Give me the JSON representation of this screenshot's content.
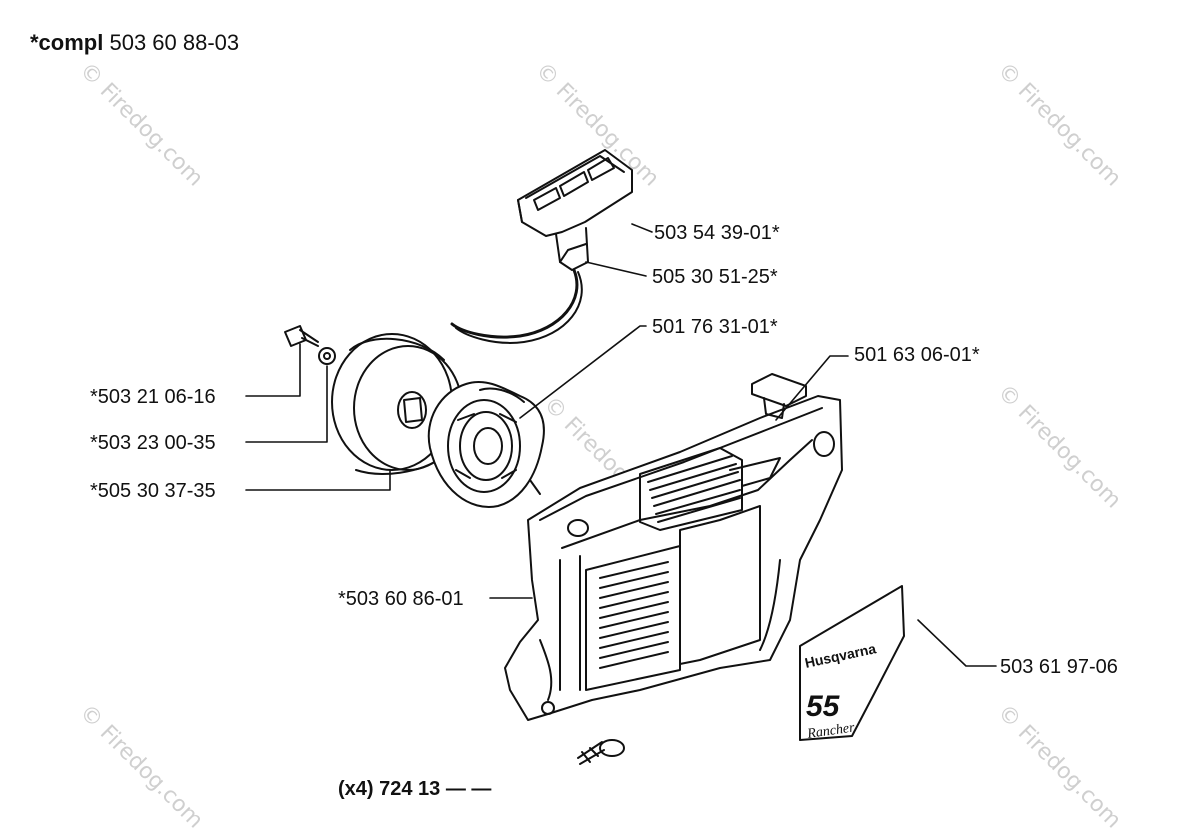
{
  "header": {
    "prefix": "*compl",
    "part": "503 60 88-03"
  },
  "watermark": {
    "text": "© Firedog.com"
  },
  "decal": {
    "brand": "Husqvarna",
    "model": "55",
    "variant": "Rancher"
  },
  "labels": {
    "handle": "503 54 39-01*",
    "rope": "505 30 51-25*",
    "pulley_housing": "501 76 31-01*",
    "air_valve": "501 63 06-01*",
    "screw": "*503 21 06-16",
    "washer": "*503 23 00-35",
    "pulley": "*505 30 37-35",
    "cover": "*503 60 86-01",
    "decal": "503 61 97-06",
    "bolts": "(x4) 724 13 — —"
  },
  "colors": {
    "ink": "#111111",
    "watermark": "#cfcfcf"
  }
}
